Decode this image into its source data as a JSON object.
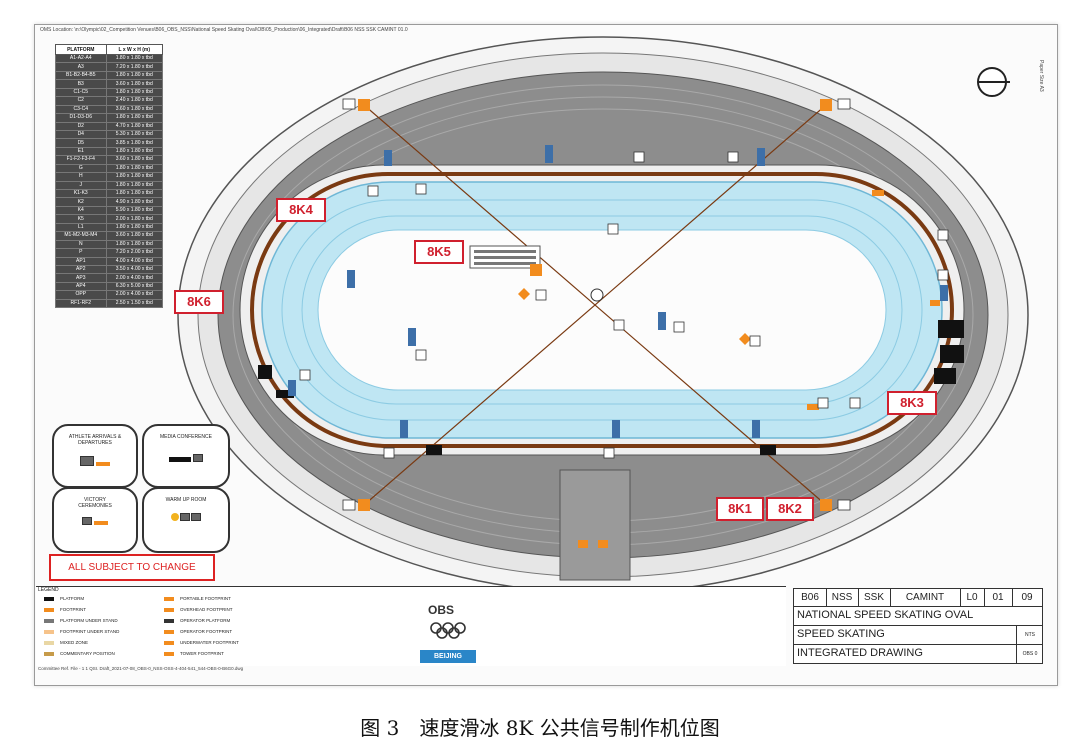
{
  "doc": {
    "location_line": "OMS Location: \\n:\\Olympic\\02_Competition Venues\\B06_OBS_NSS\\National Speed Skating Oval\\OB\\05_Production\\06_Integrated\\Draft\\B06 NSS SSK CAMINT 01.0",
    "paper_size": "Paper Size A3",
    "ref_line": "Committee Ref. File - 1 1 QSI. Draft_2021-07-08_OBS-0_NSS-OSS-4-404-541_544-OBS-0-B6G0.dwg",
    "caption": "图 3　速度滑冰 8K 公共信号制作机位图"
  },
  "platform_table": {
    "headers": [
      "PLATFORM",
      "L x W x H (m)"
    ],
    "rows": [
      [
        "A1-A2-A4",
        "1.80 x 1.80 x tbd"
      ],
      [
        "A3",
        "7.20 x 1.80 x tbd"
      ],
      [
        "B1-B2-B4-B5",
        "1.80 x 1.80 x tbd"
      ],
      [
        "B3",
        "3.60 x 1.80 x tbd"
      ],
      [
        "C1-C5",
        "1.80 x 1.80 x tbd"
      ],
      [
        "C2",
        "2.40 x 1.80 x tbd"
      ],
      [
        "C3-C4",
        "3.60 x 1.80 x tbd"
      ],
      [
        "D1-D3-D6",
        "1.80 x 1.80 x tbd"
      ],
      [
        "D2",
        "4.70 x 1.80 x tbd"
      ],
      [
        "D4",
        "5.30 x 1.80 x tbd"
      ],
      [
        "D5",
        "3.85 x 1.80 x tbd"
      ],
      [
        "E1",
        "1.80 x 1.80 x tbd"
      ],
      [
        "F1-F2-F3-F4",
        "3.60 x 1.80 x tbd"
      ],
      [
        "G",
        "1.80 x 1.80 x tbd"
      ],
      [
        "H",
        "1.80 x 1.80 x tbd"
      ],
      [
        "J",
        "1.80 x 1.80 x tbd"
      ],
      [
        "K1-K3",
        "1.80 x 1.80 x tbd"
      ],
      [
        "K2",
        "4.90 x 1.80 x tbd"
      ],
      [
        "K4",
        "5.90 x 1.80 x tbd"
      ],
      [
        "K5",
        "2.00 x 1.80 x tbd"
      ],
      [
        "L1",
        "1.80 x 1.80 x tbd"
      ],
      [
        "M1-M2-M3-M4",
        "3.60 x 1.80 x tbd"
      ],
      [
        "N",
        "1.80 x 1.80 x tbd"
      ],
      [
        "P",
        "7.20 x 2.00 x tbd"
      ],
      [
        "AP1",
        "4.00 x 4.00 x tbd"
      ],
      [
        "AP2",
        "3.50 x 4.00 x tbd"
      ],
      [
        "AP3",
        "2.00 x 4.00 x tbd"
      ],
      [
        "AP4",
        "6.30 x 5.00 x tbd"
      ],
      [
        "OPP",
        "2.00 x 4.00 x tbd"
      ],
      [
        "RF1-RF2",
        "2.50 x 1.50 x tbd"
      ]
    ]
  },
  "inset_boxes": {
    "athlete": "ATHLETE ARRIVALS & DEPARTURES",
    "media": "MEDIA CONFERENCE",
    "victory": "VICTORY CEREMONIES",
    "warmup": "WARM UP ROOM"
  },
  "warning": "ALL SUBJECT TO CHANGE",
  "camera_labels": {
    "k4": "8K4",
    "k5": "8K5",
    "k6": "8K6",
    "k3": "8K3",
    "k1": "8K1",
    "k2": "8K2"
  },
  "legend": {
    "title": "LEGEND",
    "items_left": [
      {
        "label": "PLATFORM",
        "color": "#111111"
      },
      {
        "label": "FOOTPRINT",
        "color": "#f28c1e"
      },
      {
        "label": "PLATFORM UNDER STAND",
        "color": "#777777"
      },
      {
        "label": "FOOTPRINT UNDER STAND",
        "color": "#f6c38a"
      },
      {
        "label": "MIXED ZONE",
        "color": "#e9d7a4"
      },
      {
        "label": "COMMENTARY POSITION",
        "color": "#c69b4a"
      }
    ],
    "items_right": [
      {
        "label": "PORTABLE FOOTPRINT",
        "color": "#f28c1e"
      },
      {
        "label": "OVERHEAD FOOTPRINT",
        "color": "#f28c1e"
      },
      {
        "label": "OPERATOR PLATFORM",
        "color": "#333333"
      },
      {
        "label": "OPERATOR FOOTPRINT",
        "color": "#f28c1e"
      },
      {
        "label": "UNDERWATER FOOTPRINT",
        "color": "#f28c1e"
      },
      {
        "label": "TOWER FOOTPRINT",
        "color": "#f28c1e"
      }
    ]
  },
  "logo": {
    "name": "OBS",
    "city": "BEIJING"
  },
  "title_block": {
    "codes": [
      "B06",
      "NSS",
      "SSK",
      "CAMINT",
      "L0",
      "01",
      "09"
    ],
    "venue": "NATIONAL SPEED SKATING OVAL",
    "sport": "SPEED SKATING",
    "sport_code": "NTS",
    "drawing": "INTEGRATED DRAWING",
    "drawing_code": "OBS 0"
  },
  "colors": {
    "accent_red": "#d0202e",
    "ice": "#bfe6f3",
    "stands": "#8d8d8d",
    "footprint": "#f28c1e",
    "obs_blue": "#2a86c8"
  }
}
